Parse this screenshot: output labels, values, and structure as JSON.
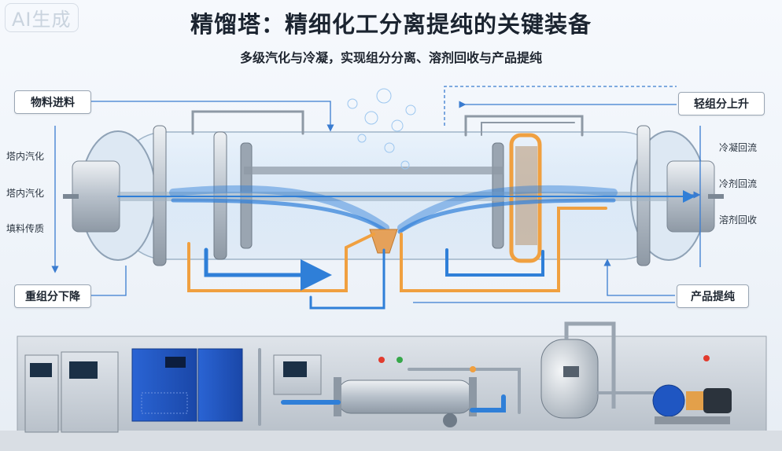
{
  "watermark": "AI生成",
  "title": "精馏塔：精细化工分离提纯的关键装备",
  "subtitle": "多级汽化与冷凝，实现组分分离、溶剂回收与产品提纯",
  "labels": {
    "feed": "物料进料",
    "light_up": "轻组分上升",
    "heavy_down": "重组分下降",
    "product": "产品提纯"
  },
  "left_notes": [
    "塔内汽化",
    "塔内汽化",
    "填料传质"
  ],
  "right_notes": [
    "冷凝回流",
    "冷剂回流",
    "溶剂回收"
  ],
  "colors": {
    "blue_flow": "#2f7fd8",
    "orange_flow": "#f0a040",
    "machine_blue": "#1f56c2",
    "steel": "#b9c2cc"
  }
}
